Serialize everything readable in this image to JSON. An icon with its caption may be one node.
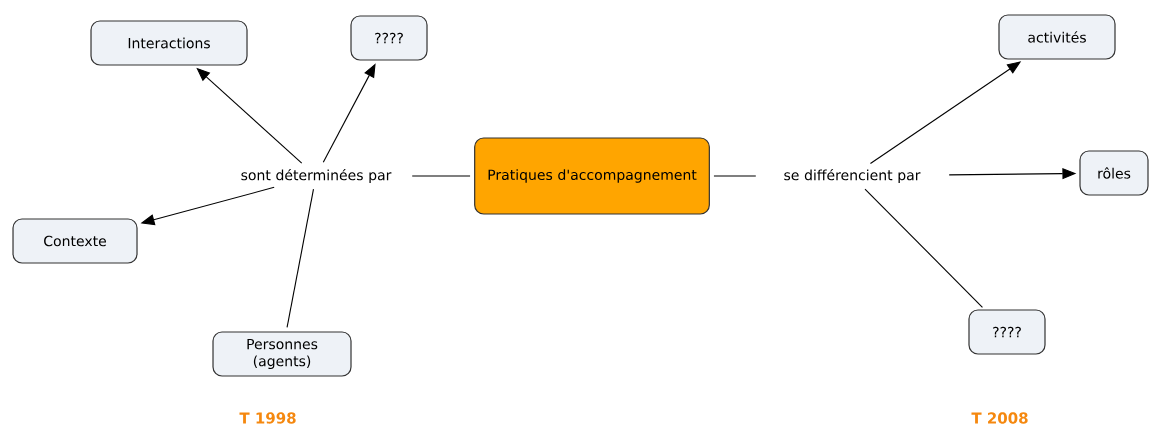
{
  "diagram": {
    "nodes": [
      {
        "text": [
          "Interactions"
        ]
      },
      {
        "text": [
          "????"
        ]
      },
      {
        "text": [
          "activités"
        ]
      },
      {
        "text": [
          "sont déterminées par"
        ]
      },
      {
        "text": [
          "Pratiques d'accompagnement"
        ]
      },
      {
        "text": [
          "se différencient par"
        ]
      },
      {
        "text": [
          "rôles"
        ]
      },
      {
        "text": [
          "Contexte"
        ]
      },
      {
        "text": [
          "????"
        ]
      },
      {
        "text": [
          "Personnes (agents)"
        ]
      }
    ],
    "edges": [
      {
        "from": 4,
        "to": 3,
        "arrow": "none"
      },
      {
        "from": 3,
        "to": 0,
        "arrow": "to"
      },
      {
        "from": 3,
        "to": 1,
        "arrow": "to"
      },
      {
        "from": 3,
        "to": 7,
        "arrow": "to"
      },
      {
        "from": 9,
        "to": 3,
        "arrow": "none"
      },
      {
        "from": 4,
        "to": 5,
        "arrow": "none"
      },
      {
        "from": 5,
        "to": 2,
        "arrow": "to"
      },
      {
        "from": 5,
        "to": 6,
        "arrow": "to"
      },
      {
        "from": 5,
        "to": 8,
        "arrow": "none"
      }
    ],
    "labels": [
      "T 1998",
      "T 2008"
    ]
  }
}
